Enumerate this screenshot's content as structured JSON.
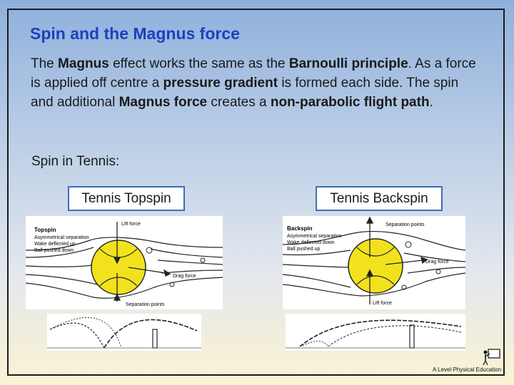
{
  "slide": {
    "title": "Spin and the Magnus force",
    "paragraph": [
      {
        "t": "The ",
        "b": false
      },
      {
        "t": "Magnus",
        "b": true
      },
      {
        "t": " effect works the same as the ",
        "b": false
      },
      {
        "t": "Barnoulli principle",
        "b": true
      },
      {
        "t": ". As a force is applied off centre a ",
        "b": false
      },
      {
        "t": "pressure gradient",
        "b": true
      },
      {
        "t": " is formed each side. The spin and additional ",
        "b": false
      },
      {
        "t": "Magnus force",
        "b": true
      },
      {
        "t": " creates a ",
        "b": false
      },
      {
        "t": "non-parabolic flight path",
        "b": true
      },
      {
        "t": ".",
        "b": false
      }
    ],
    "subheading": "Spin in Tennis:",
    "topspin_label": "Tennis Topspin",
    "backspin_label": "Tennis Backspin"
  },
  "topspin_diagram": {
    "heading": "Topspin",
    "notes": [
      "Asymmetrical separation",
      "Wake deflected up",
      "Ball pushed down"
    ],
    "lift": "Lift force",
    "drag": "Drag force",
    "separation": "Separation points"
  },
  "backspin_diagram": {
    "heading": "Backspin",
    "notes": [
      "Asymmetrical separation",
      "Wake deflected down",
      "Ball pushed up"
    ],
    "separation": "Separation points",
    "drag": "Drag force",
    "lift": "Lift force"
  },
  "footer": {
    "logo_text": "A Level Physical Education",
    "logo_icon": "teacher-board-icon"
  },
  "colors": {
    "title": "#1f3fbf",
    "ball": "#f2e21e",
    "label_border": "#3b6fb6"
  }
}
